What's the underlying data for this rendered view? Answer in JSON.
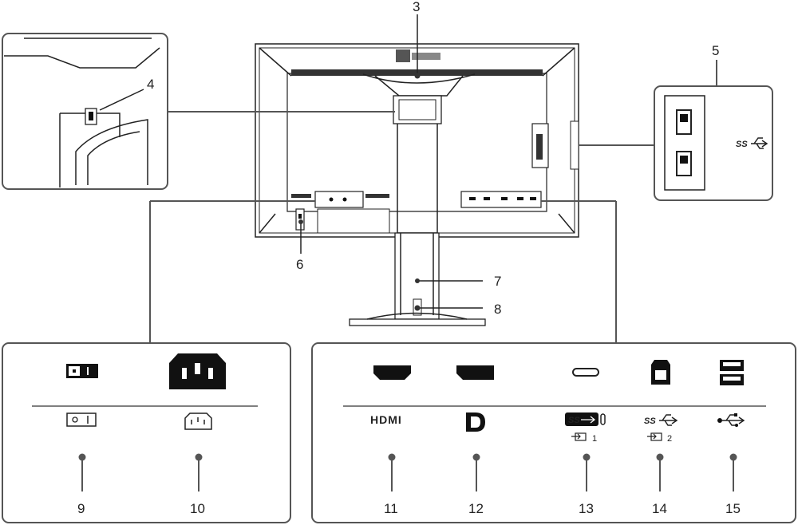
{
  "callouts": {
    "n3": "3",
    "n4": "4",
    "n5": "5",
    "n6": "6",
    "n7": "7",
    "n8": "8",
    "n9": "9",
    "n10": "10",
    "n11": "11",
    "n12": "12",
    "n13": "13",
    "n14": "14",
    "n15": "15"
  },
  "symbols": {
    "hdmi": "HDMI",
    "usb_ss_a": "SS",
    "usb_ss_c": "SS",
    "port_1": "1",
    "port_2": "2"
  },
  "icons": {
    "power_switch": "power-switch-icon",
    "ac_inlet": "ac-inlet-icon",
    "hdmi": "hdmi-port-icon",
    "displayport": "displayport-icon",
    "usb_c": "usb-c-port-icon",
    "usb_b": "usb-b-port-icon",
    "usb_a": "usb-a-port-icon"
  }
}
